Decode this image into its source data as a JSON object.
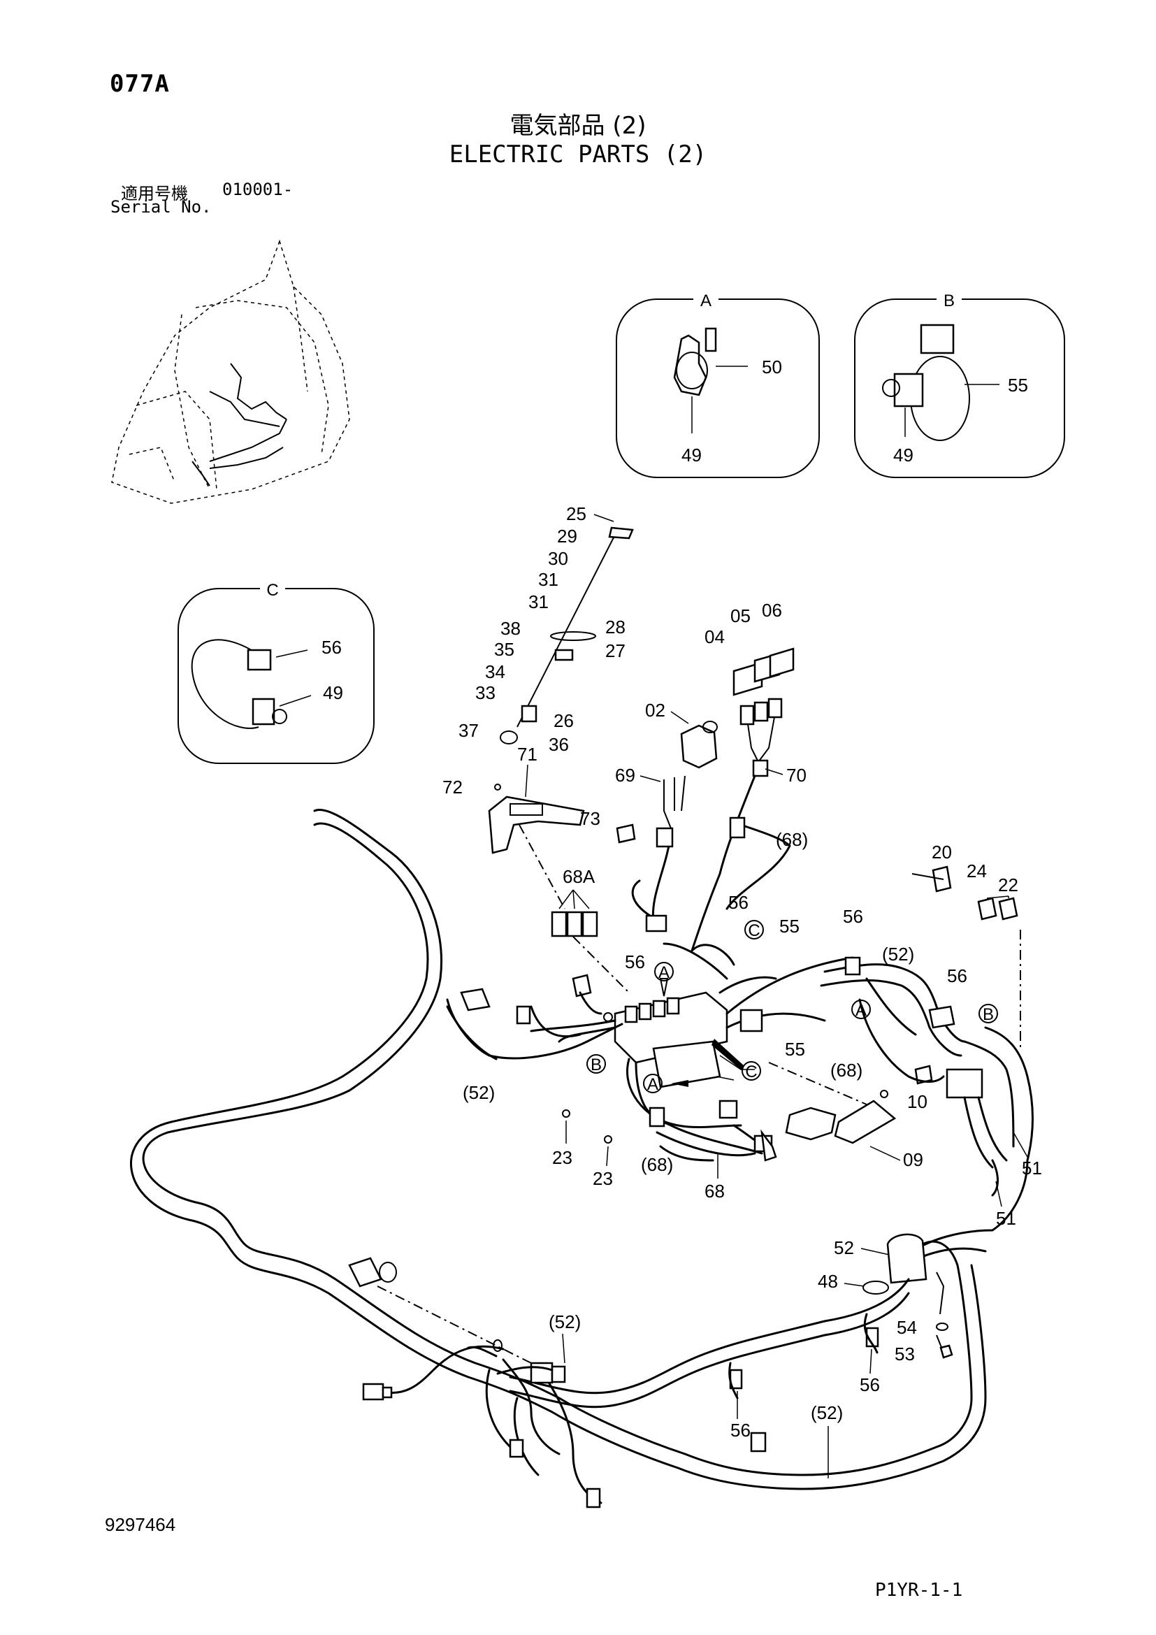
{
  "header": {
    "page_code": "077A",
    "title_jp": "電気部品 (2)",
    "title_en": "ELECTRIC PARTS (2)",
    "serial_label_jp": "適用号機",
    "serial_number": "010001-",
    "serial_label_en": "Serial No."
  },
  "details": {
    "A": {
      "title": "A",
      "labels": [
        "50",
        "49"
      ]
    },
    "B": {
      "title": "B",
      "labels": [
        "55",
        "49"
      ]
    },
    "C": {
      "title": "C",
      "labels": [
        "56",
        "49"
      ]
    }
  },
  "callout_refs": [
    "A",
    "B",
    "C"
  ],
  "part_labels": [
    "25",
    "29",
    "30",
    "31",
    "31",
    "38",
    "28",
    "35",
    "27",
    "34",
    "33",
    "26",
    "37",
    "36",
    "05",
    "06",
    "04",
    "02",
    "69",
    "70",
    "71",
    "72",
    "73",
    "(68)",
    "68A",
    "20",
    "24",
    "22",
    "56",
    "56",
    "55",
    "56",
    "(52)",
    "56",
    "55",
    "(68)",
    "(52)",
    "10",
    "23",
    "23",
    "(68)",
    "68",
    "09",
    "51",
    "51",
    "52",
    "48",
    "54",
    "53",
    "56",
    "(52)",
    "56",
    "(52)"
  ],
  "footer": {
    "document_number": "9297464",
    "sheet_code": "P1YR-1-1"
  }
}
